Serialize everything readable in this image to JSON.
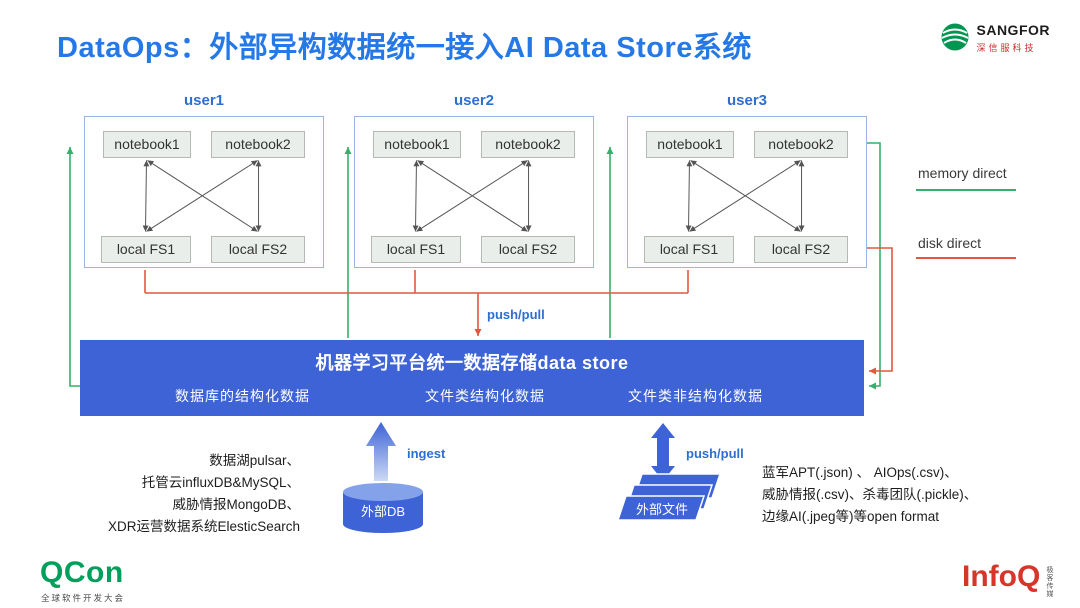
{
  "title": "DataOps：外部异构数据统一接入AI Data Store系统",
  "brand": {
    "name": "SANGFOR",
    "subtitle": "深信服科技"
  },
  "users": [
    {
      "label": "user1"
    },
    {
      "label": "user2"
    },
    {
      "label": "user3"
    }
  ],
  "node_labels": {
    "notebook1": "notebook1",
    "notebook2": "notebook2",
    "fs1": "local FS1",
    "fs2": "local FS2"
  },
  "legend": {
    "memory": "memory direct",
    "disk": "disk direct"
  },
  "flow_labels": {
    "push_pull_top": "push/pull",
    "ingest": "ingest",
    "push_pull_bottom": "push/pull"
  },
  "store": {
    "title": "机器学习平台统一数据存储data store",
    "columns": [
      "数据库的结构化数据",
      "文件类结构化数据",
      "文件类非结构化数据"
    ]
  },
  "external_db": {
    "label": "外部DB",
    "desc": [
      "数据湖pulsar、",
      "托管云influxDB&MySQL、",
      "威胁情报MongoDB、",
      "XDR运营数据系统ElesticSearch"
    ]
  },
  "external_files": {
    "label": "外部文件",
    "desc": [
      "蓝军APT(.json) 、 AIOps(.csv)、",
      "威胁情报(.csv)、杀毒团队(.pickle)、",
      "边缘AI(.jpeg等)等open format"
    ]
  },
  "footer": {
    "qcon": "QCon",
    "qcon_subtitle": "全球软件开发大会",
    "infoq": "InfoQ",
    "infoq_subtitle": "极客传媒"
  },
  "icons": {
    "brand_logo": "sangfor-globe-icon",
    "external_db": "database-cylinder-icon",
    "external_files": "document-stack-icon",
    "ingest_arrow": "thick-arrow-up",
    "push_pull_arrow": "thick-double-arrow"
  },
  "colors": {
    "title_blue": "#2478E8",
    "accent_blue": "#2D6FD0",
    "store_blue": "#3D63D6",
    "memory_green": "#35B06A",
    "disk_red": "#E4573F"
  }
}
